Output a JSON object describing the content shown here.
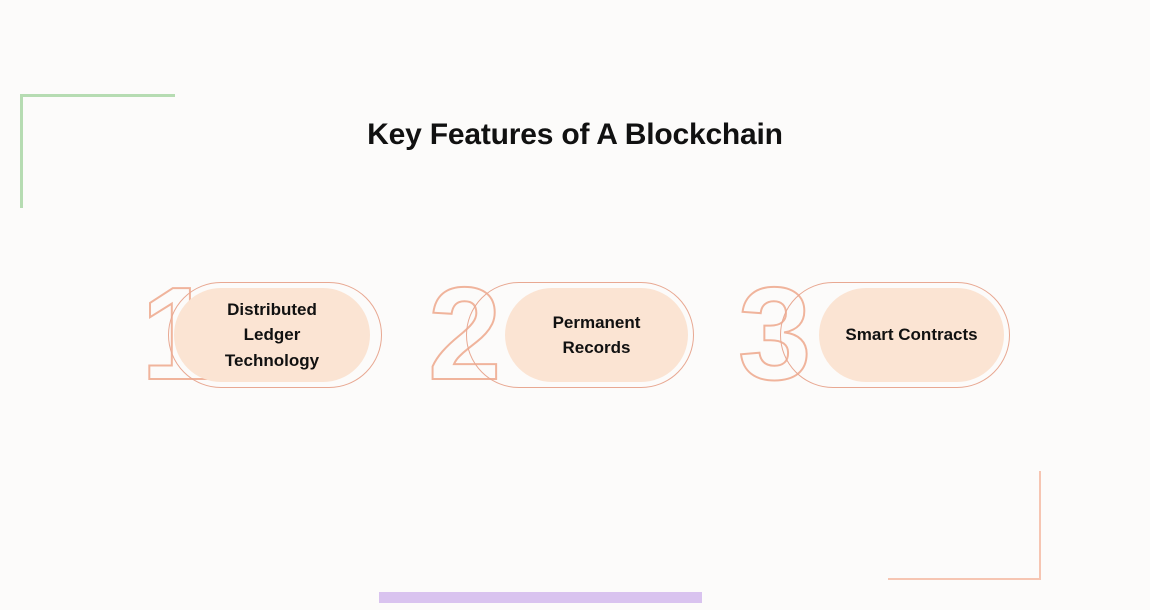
{
  "page": {
    "title": "Key Features of A Blockchain",
    "background_color": "#fcfbfa"
  },
  "decorations": {
    "corner_top_left": {
      "name": "green-corner-bracket",
      "color": "#b6dcb2"
    },
    "corner_bottom_right": {
      "name": "salmon-corner-bracket",
      "color": "#f6c5b2"
    },
    "accent_bar": {
      "name": "lavender-accent-bar",
      "color": "#d9c3ef"
    }
  },
  "theme": {
    "pill_fill": "#fbe4d3",
    "pill_stroke": "#e8a892",
    "numeral_stroke": "#f0b49c",
    "text_color": "#111111"
  },
  "cards": [
    {
      "number": "1",
      "label": "Distributed\nLedger\nTechnology"
    },
    {
      "number": "2",
      "label": "Permanent\nRecords"
    },
    {
      "number": "3",
      "label": "Smart Contracts"
    }
  ]
}
